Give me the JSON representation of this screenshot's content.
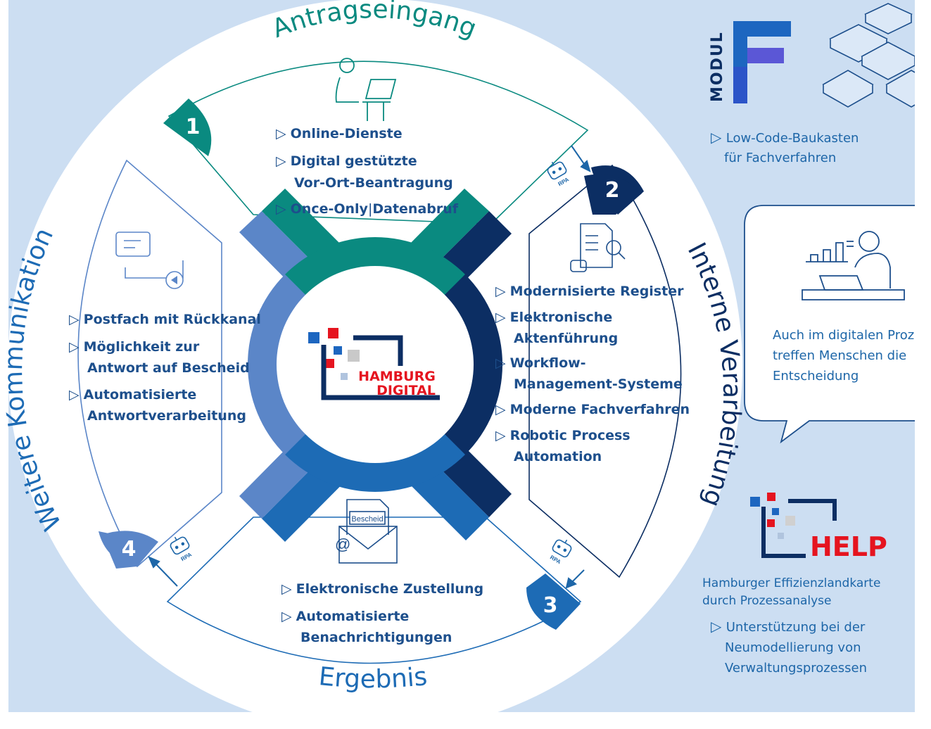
{
  "colors": {
    "background": "#ccdef2",
    "antragseingang": "#0a8a80",
    "interne_verarbeitung": "#0c2e63",
    "ergebnis": "#1d6bb5",
    "kommunikation": "#5b86c8",
    "text_blue": "#1d4f8c",
    "accent_red": "#e5141f"
  },
  "center_logo": {
    "line1": "HAMBURG",
    "line2": "DIGITAL"
  },
  "sections": {
    "antragseingang": {
      "title": "Antragseingang",
      "number": "1",
      "icon": "person-laptop-icon",
      "items": [
        "Online-Dienste",
        "Digital gestützte",
        "Vor-Ort-Beantragung"
      ],
      "item_once_a": "Once-Only",
      "item_once_sep": "|",
      "item_once_b": "Datenabruf"
    },
    "interne_verarbeitung": {
      "title": "Interne Verarbeitung",
      "number": "2",
      "icon": "document-search-robot-icon",
      "items": [
        "Modernisierte Register",
        "Elektronische",
        "Aktenführung",
        "Workflow-",
        "Management-Systeme",
        "Moderne Fachverfahren",
        "Robotic Process",
        "Automation"
      ]
    },
    "ergebnis": {
      "title": "Ergebnis",
      "number": "3",
      "icon": "envelope-bescheid-icon",
      "icon_label": "Bescheid",
      "items": [
        "Elektronische Zustellung",
        "Automatisierte",
        "Benachrichtigungen"
      ]
    },
    "weitere_kommunikation": {
      "title": "Weitere Kommunikation",
      "number": "4",
      "icon": "chat-envelope-reply-icon",
      "items": [
        "Postfach mit Rückkanal",
        "Möglichkeit zur",
        "Antwort auf Bescheid",
        "Automatisierte",
        "Antwortverarbeitung"
      ]
    }
  },
  "rpa_label": "RPA",
  "modul_f": {
    "logo_text": "MODUL",
    "logo_letter": "F",
    "icon": "stacked-building-blocks-icon",
    "caption_line1": "Low-Code-Baukasten",
    "caption_line2": "für Fachverfahren"
  },
  "bubble": {
    "icon": "person-at-desk-chart-icon",
    "line1": "Auch im digitalen Prozess",
    "line2": "treffen Menschen die",
    "line3": "Entscheidung"
  },
  "help": {
    "logo_text": "HELP",
    "caption_line1": "Hamburger Effizienzlandkarte",
    "caption_line2": "durch Prozessanalyse",
    "bullet_line1": "Unterstützung bei der",
    "bullet_line2": "Neumodellierung von",
    "bullet_line3": "Verwaltungsprozessen"
  }
}
